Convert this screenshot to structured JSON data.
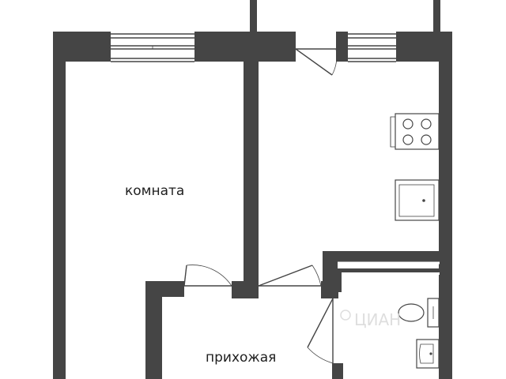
{
  "rooms": {
    "room": "комната",
    "hallway": "прихожая"
  },
  "watermark": "ЦИАН",
  "colors": {
    "wall": "#454545",
    "background": "#ffffff",
    "label": "#1e1e1e",
    "watermark": "#d9d9d9"
  }
}
